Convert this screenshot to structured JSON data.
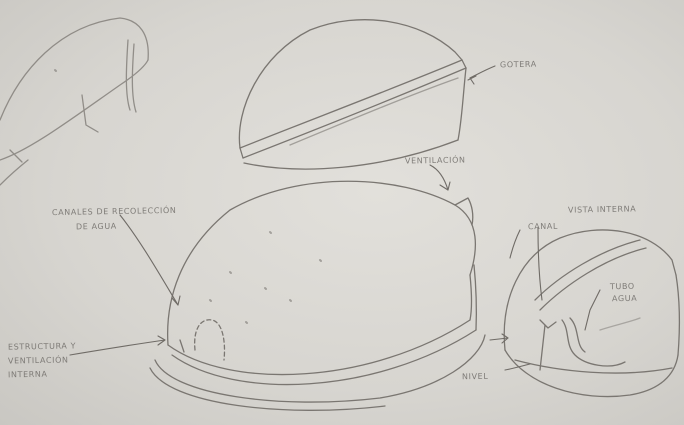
{
  "sketch": {
    "labels": {
      "top_right": "Gotera",
      "middle_top": "Ventilación",
      "left_callout_line1": "Canales de recolección",
      "left_callout_line2": "de agua",
      "bottom_left_line1": "Estructura y",
      "bottom_left_line2": "ventilación",
      "bottom_left_line3": "interna",
      "right_title": "Vista interna",
      "right_canal": "Canal",
      "right_tube": "Tubo",
      "right_tube_2": "Agua",
      "right_bottom": "Nivel"
    },
    "colors": {
      "paper": "#d9d7d2",
      "graphite": "#77736e",
      "graphite_dark": "#5e5a56"
    }
  }
}
